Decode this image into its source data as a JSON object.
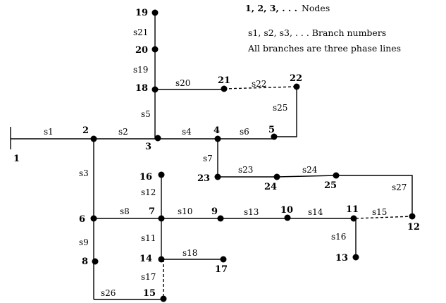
{
  "legend": {
    "nodes_key": "1, 2, 3, . . .",
    "nodes_text": "Nodes",
    "branches": "s1, s2, s3, . . . Branch numbers",
    "three_phase": "All branches are three phase lines"
  },
  "nodes": [
    "1",
    "2",
    "3",
    "4",
    "5",
    "6",
    "7",
    "8",
    "9",
    "10",
    "11",
    "12",
    "13",
    "14",
    "15",
    "16",
    "17",
    "18",
    "19",
    "20",
    "21",
    "22",
    "23",
    "24",
    "25"
  ],
  "branches": [
    "s1",
    "s2",
    "s3",
    "s4",
    "s5",
    "s6",
    "s7",
    "s8",
    "s9",
    "s10",
    "s11",
    "s12",
    "s13",
    "s14",
    "s15",
    "s16",
    "s17",
    "s18",
    "s19",
    "s20",
    "s21",
    "s22",
    "s23",
    "s24",
    "s25",
    "s26",
    "s27"
  ]
}
